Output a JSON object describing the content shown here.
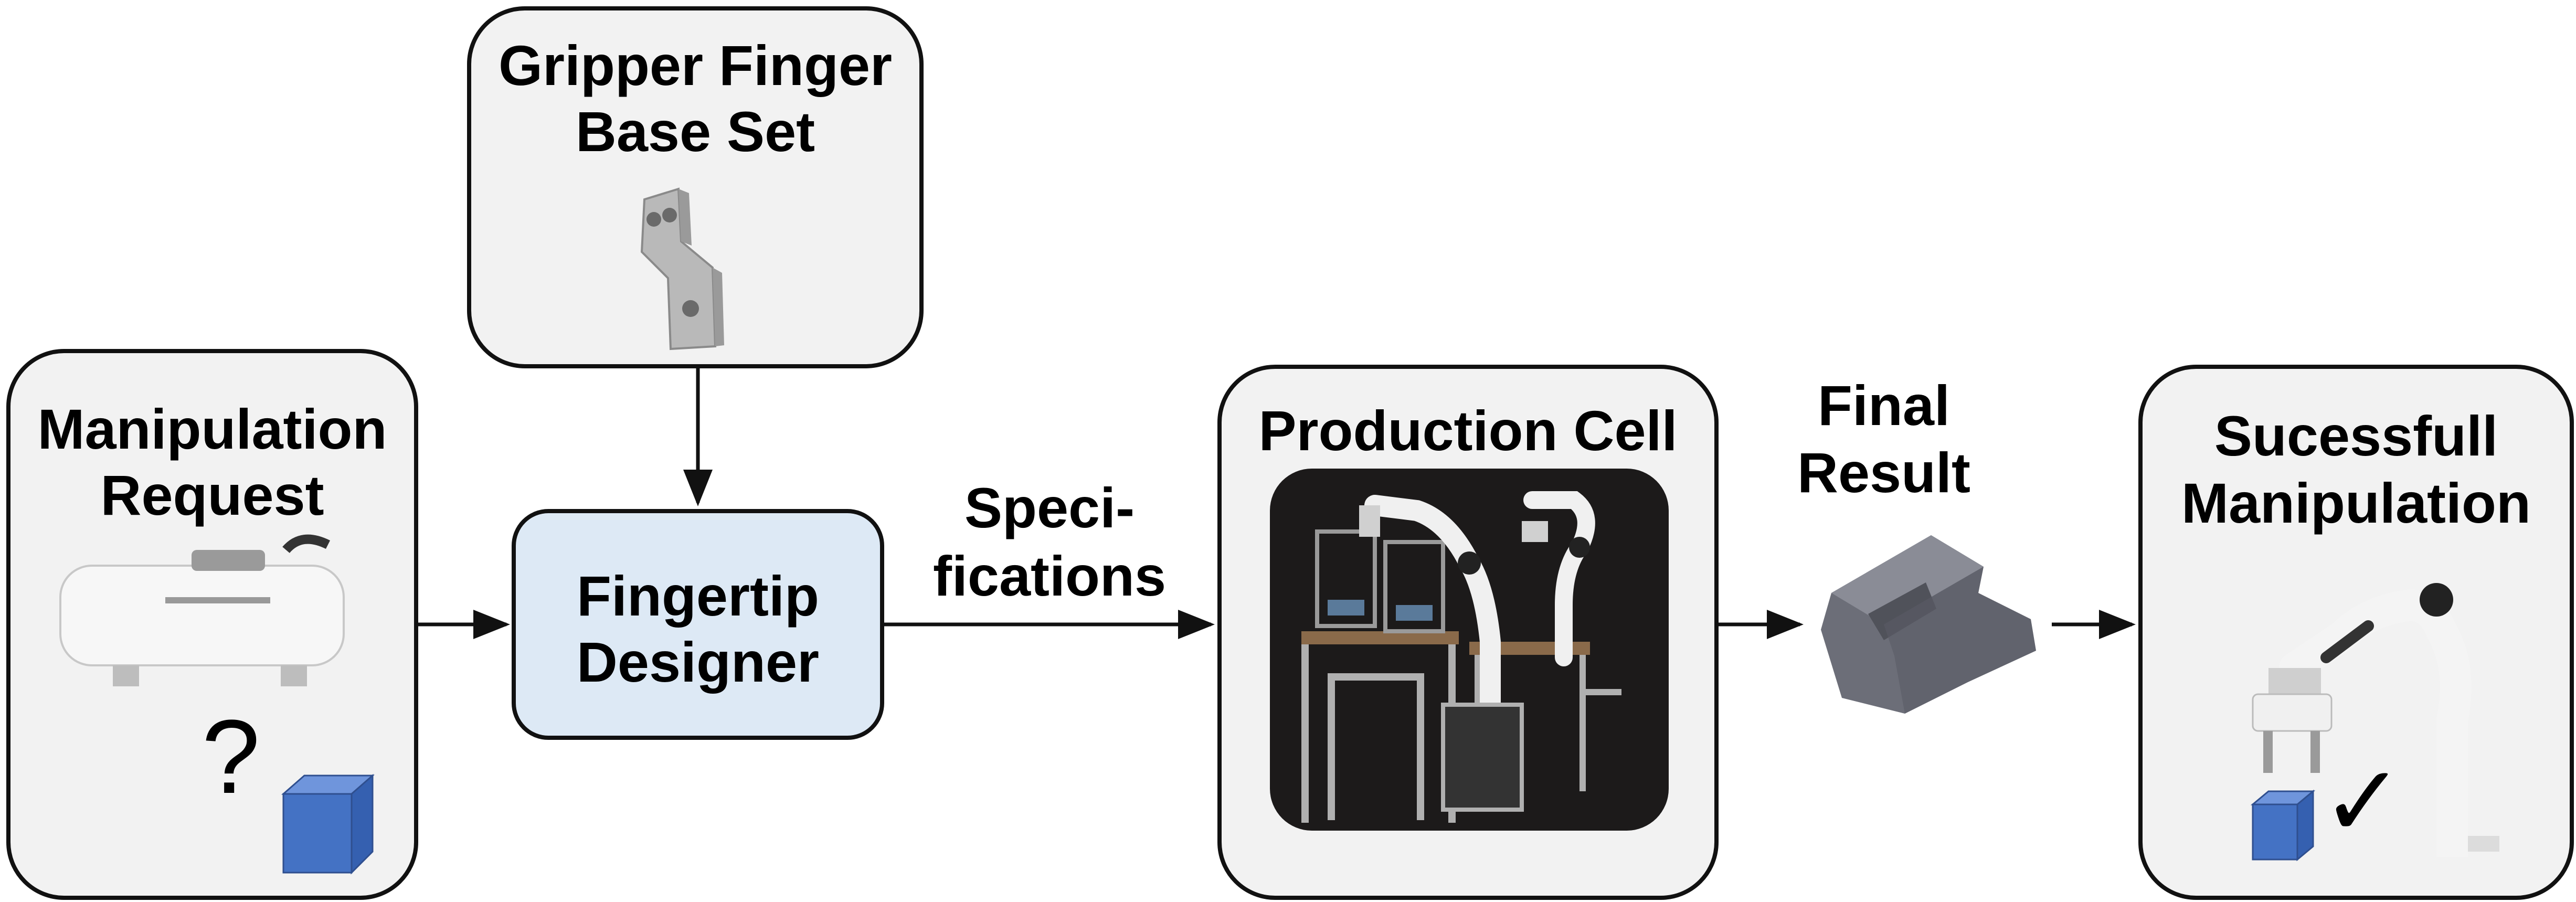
{
  "nodes": {
    "gripper_base": {
      "title_line1": "Gripper Finger",
      "title_line2": "Base Set"
    },
    "manipulation_request": {
      "title_line1": "Manipulation",
      "title_line2": "Request",
      "symbol": "?"
    },
    "fingertip_designer": {
      "title_line1": "Fingertip",
      "title_line2": "Designer"
    },
    "production_cell": {
      "title": "Production Cell"
    },
    "successful_manipulation": {
      "title_line1": "Sucessfull",
      "title_line2": "Manipulation",
      "symbol": "✓"
    }
  },
  "edges": {
    "specifications": {
      "line1": "Speci-",
      "line2": "fications"
    },
    "final_result": {
      "line1": "Final",
      "line2": "Result"
    }
  },
  "colors": {
    "designer_fill": "#dde9f5",
    "box_fill": "#f2f2f2",
    "cube": "#4472c4",
    "photo_bg": "#1c1a1a"
  }
}
